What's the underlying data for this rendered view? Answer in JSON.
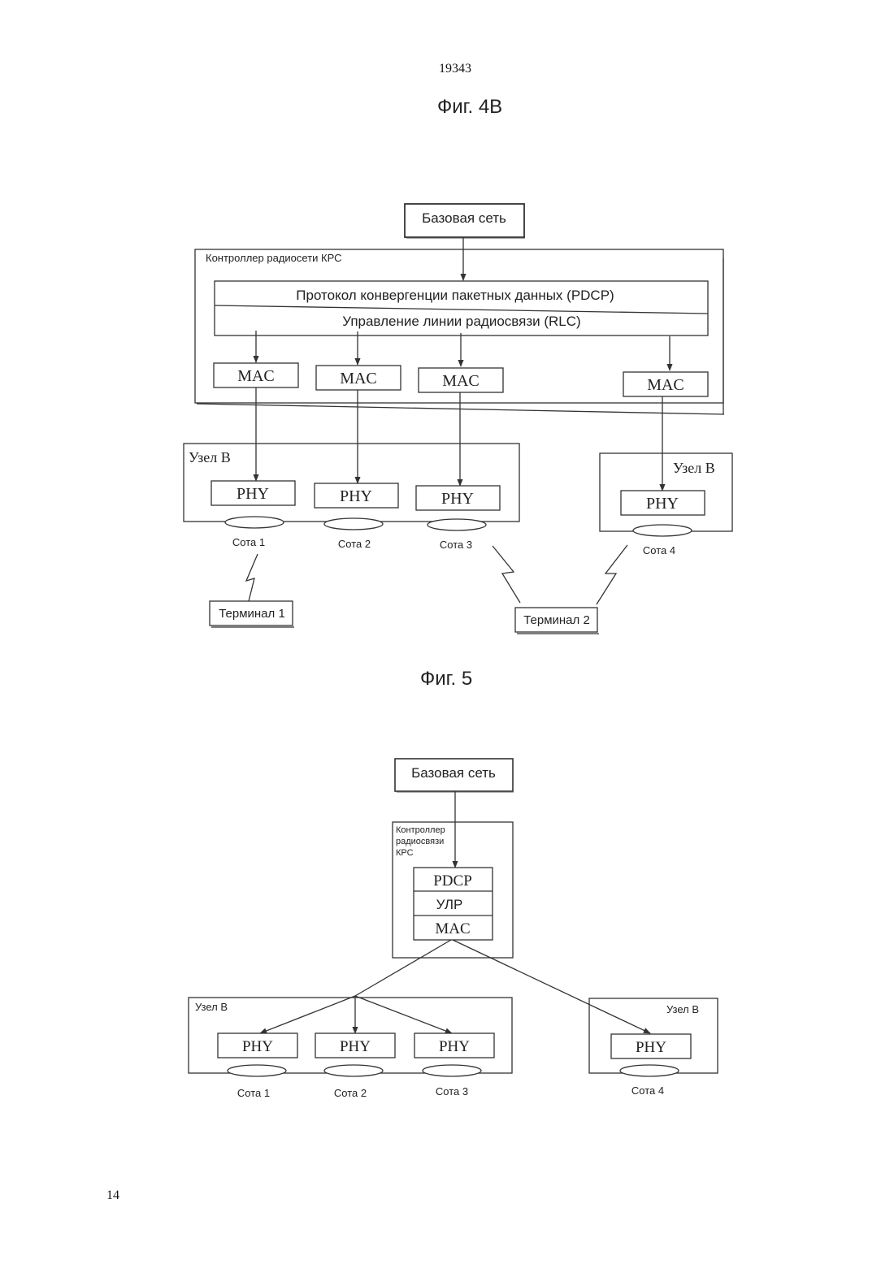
{
  "header": {
    "doc_number": "19343"
  },
  "footer": {
    "page_number": "14"
  },
  "fig4b": {
    "title": "Фиг. 4В",
    "core_network": "Базовая сеть",
    "rnc_label": "Контроллер радиосети КРС",
    "pdcp": "Протокол конвергенции пакетных данных  (PDCP)",
    "rlc": "Управление линии радиосвязи (RLC)",
    "mac": [
      "MAC",
      "MAC",
      "MAC",
      "MAC"
    ],
    "node_b_left": "Узел В",
    "node_b_right": "Узел В",
    "phy": [
      "PHY",
      "PHY",
      "PHY",
      "PHY"
    ],
    "cells": [
      "Сота 1",
      "Сота 2",
      "Сота 3",
      "Сота 4"
    ],
    "terminal_1": "Терминал 1",
    "terminal_2": "Терминал 2"
  },
  "fig5": {
    "title": "Фиг. 5",
    "core_network": "Базовая сеть",
    "rnc_label": [
      "Контроллер",
      "радиосвязи",
      "КРС"
    ],
    "stack": [
      "PDCP",
      "УЛР",
      "MAC"
    ],
    "node_b_left": "Узел В",
    "node_b_right": "Узел В",
    "phy": [
      "PHY",
      "PHY",
      "PHY",
      "PHY"
    ],
    "cells": [
      "Сота 1",
      "Сота 2",
      "Сота 3",
      "Сота 4"
    ]
  }
}
